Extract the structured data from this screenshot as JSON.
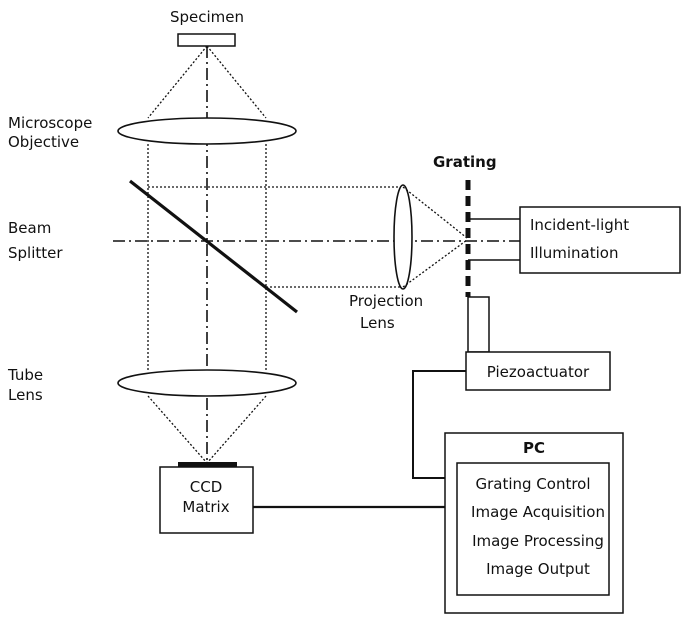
{
  "labels": {
    "specimen": "Specimen",
    "objective_line1": "Microscope",
    "objective_line2": "Objective",
    "grating": "Grating",
    "beam_splitter_line1": "Beam",
    "beam_splitter_line2": "Splitter",
    "projection_line1": "Projection",
    "projection_line2": "Lens",
    "tube_line1": "Tube",
    "tube_line2": "Lens"
  },
  "illumination": {
    "line1": "Incident-light",
    "line2": "Illumination"
  },
  "piezo": {
    "label": "Piezoactuator"
  },
  "ccd": {
    "line1": "CCD",
    "line2": "Matrix"
  },
  "pc": {
    "title": "PC",
    "items": [
      "Grating Control",
      "Image Acquisition",
      "Image Processing",
      "Image Output"
    ]
  }
}
